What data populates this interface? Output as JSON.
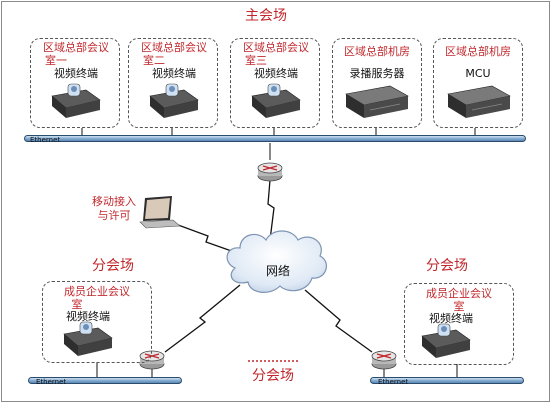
{
  "main_site": {
    "title": "主会场",
    "room1": {
      "line1": "区域总部会议",
      "line2": "室一",
      "device": "视频终端"
    },
    "room2": {
      "line1": "区域总部会议",
      "line2": "室二",
      "device": "视频终端"
    },
    "room3": {
      "line1": "区域总部会议",
      "line2": "室三",
      "device": "视频终端"
    },
    "machine_room_recorder": {
      "title": "区域总部机房",
      "device": "录播服务器"
    },
    "machine_room_mcu": {
      "title": "区域总部机房",
      "device": "MCU"
    },
    "ethernet_label": "Ethernet"
  },
  "mobile_access": {
    "line1": "移动接入",
    "line2": "与许可"
  },
  "network": {
    "label": "网络"
  },
  "branch_left": {
    "title": "分会场",
    "room": {
      "line1": "成员企业会议",
      "line2": "室",
      "device": "视频终端"
    },
    "ethernet_label": "Ethernet"
  },
  "branch_right": {
    "title": "分会场",
    "room": {
      "line1": "成员企业会议",
      "line2": "室",
      "device": "视频终端"
    },
    "ethernet_label": "Ethernet"
  },
  "branch_extra": {
    "title": "分会场"
  }
}
